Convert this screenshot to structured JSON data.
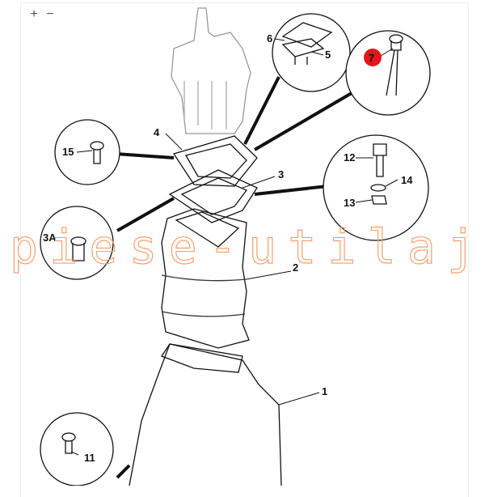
{
  "controls": {
    "zoom_in": "+",
    "zoom_out": "−"
  },
  "callouts": {
    "p1": "1",
    "p2": "2",
    "p3": "3",
    "p3a": "3A",
    "p4": "4",
    "p5": "5",
    "p6": "6",
    "p7": "7",
    "p11": "11",
    "p12": "12",
    "p13": "13",
    "p14": "14",
    "p15": "15"
  },
  "highlight_color": "#e8141b",
  "watermark": "piese-utilaj"
}
